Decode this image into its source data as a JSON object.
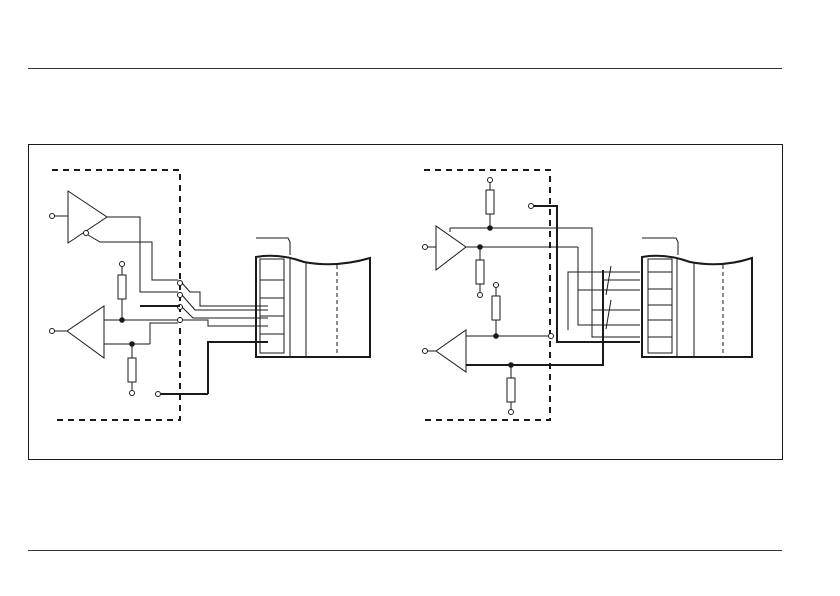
{
  "page": {
    "background": "#ffffff",
    "line_color": "#1a1a1a"
  },
  "figure": {
    "panels": [
      {
        "id": "left",
        "components": [
          "amplifier-upper",
          "amplifier-lower",
          "resistor-upper",
          "resistor-lower",
          "terminal-block"
        ]
      },
      {
        "id": "right",
        "components": [
          "amplifier-upper",
          "amplifier-lower",
          "resistor-top",
          "resistor-middle-a",
          "resistor-middle-b",
          "resistor-bottom",
          "terminal-block"
        ]
      }
    ]
  }
}
